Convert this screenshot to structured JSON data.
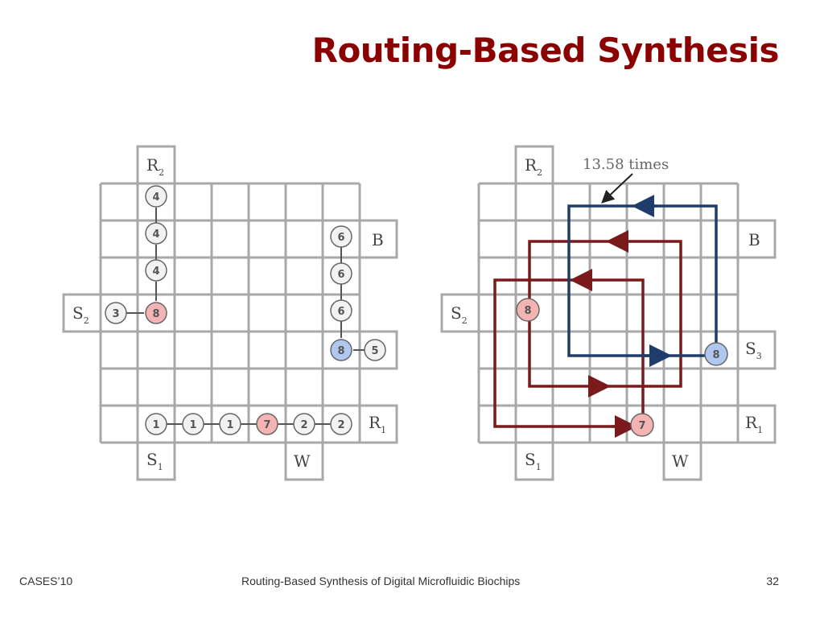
{
  "slide": {
    "title": "Routing-Based Synthesis",
    "footer_left": "CASES’10",
    "footer_center": "Routing-Based Synthesis of Digital Microfluidic Biochips",
    "page_number": "32"
  },
  "colors": {
    "title": "#8b0000",
    "grid": "#a8a8a8",
    "droplet_red": "#f4b4b4",
    "droplet_blue": "#b0c8f0",
    "route_red": "#7a1a1a",
    "route_blue": "#1f3d6b"
  },
  "left_diagram": {
    "labels": {
      "R2": {
        "main": "R",
        "sub": "2"
      },
      "B": {
        "main": "B",
        "sub": ""
      },
      "S2": {
        "main": "S",
        "sub": "2"
      },
      "R1": {
        "main": "R",
        "sub": "1"
      },
      "S1": {
        "main": "S",
        "sub": "1"
      },
      "W": {
        "main": "W",
        "sub": ""
      }
    },
    "droplets": {
      "r2_a": "4",
      "r2_b": "4",
      "r2_c": "4",
      "s2_a": "3",
      "mix_red": "8",
      "b_a": "6",
      "b_b": "6",
      "b_c": "6",
      "blue": "8",
      "blue_next": "5",
      "r1_a": "1",
      "r1_b": "1",
      "r1_c": "1",
      "r1_red": "7",
      "r1_d": "2",
      "r1_e": "2"
    }
  },
  "right_diagram": {
    "annotation": "13.58 times",
    "labels": {
      "R2": {
        "main": "R",
        "sub": "2"
      },
      "B": {
        "main": "B",
        "sub": ""
      },
      "S2": {
        "main": "S",
        "sub": "2"
      },
      "S3": {
        "main": "S",
        "sub": "3"
      },
      "R1": {
        "main": "R",
        "sub": "1"
      },
      "S1": {
        "main": "S",
        "sub": "1"
      },
      "W": {
        "main": "W",
        "sub": ""
      }
    },
    "droplets": {
      "red_left": "8",
      "blue_right": "8",
      "red_bottom": "7"
    }
  }
}
